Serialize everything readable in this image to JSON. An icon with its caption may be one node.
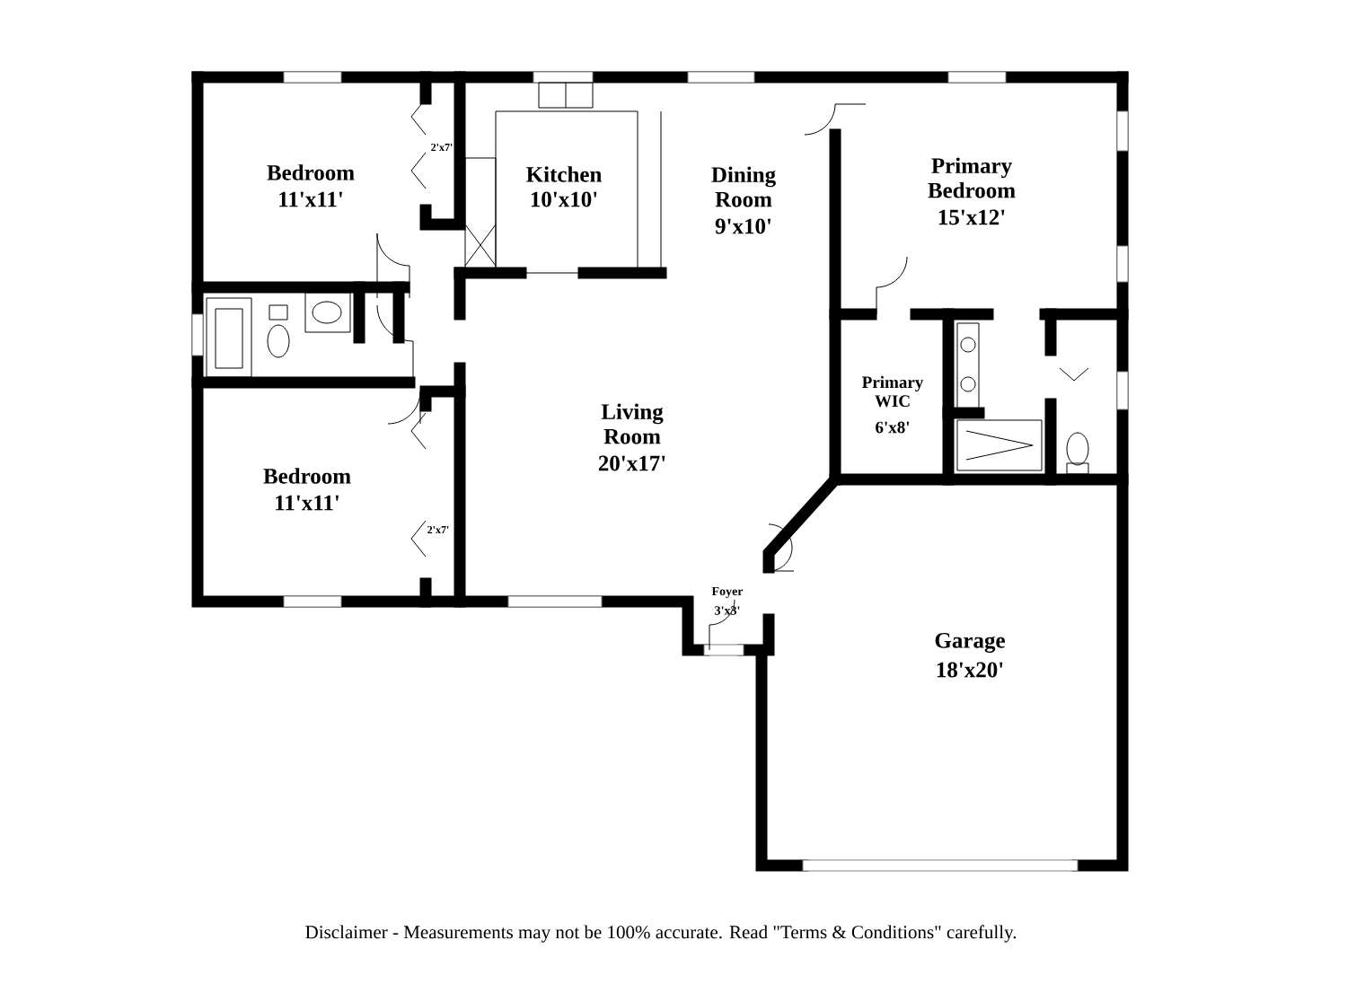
{
  "diagram": {
    "labels": [
      "Bedroom",
      "11'x11'",
      "2'x7'",
      "Kitchen",
      "10'x10'",
      "Dining Room",
      "9'x10'",
      "Primary Bedroom",
      "15'x12'",
      "Primary WIC",
      "6'x8'",
      "Living Room",
      "20'x17'",
      "Bedroom",
      "11'x11'",
      "2'x7'",
      "Foyer",
      "3'x3'",
      "Garage",
      "18'x20'",
      "Disclaimer - Measurements may not be 100% accurate. Read \"Terms & Conditions\" carefully."
    ]
  }
}
